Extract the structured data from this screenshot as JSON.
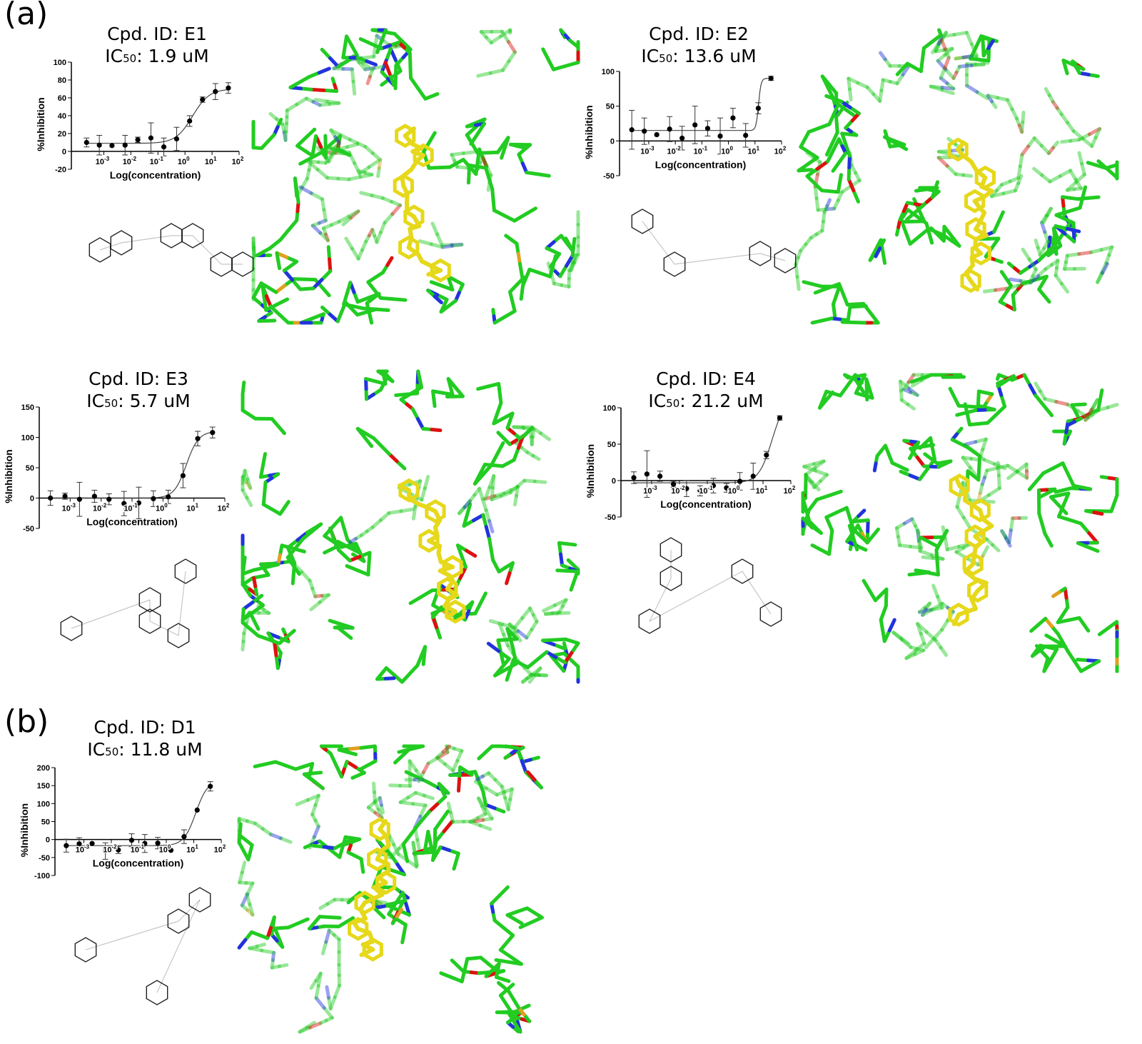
{
  "panels": {
    "a": "(a)",
    "b": "(b)"
  },
  "compounds": [
    {
      "id_label": "Cpd. ID: E1",
      "ic50_prefix": "IC",
      "ic50_sub": "50",
      "ic50_value": ": 1.9 uM"
    },
    {
      "id_label": "Cpd. ID: E2",
      "ic50_prefix": "IC",
      "ic50_sub": "50",
      "ic50_value": ": 13.6 uM"
    },
    {
      "id_label": "Cpd. ID: E3",
      "ic50_prefix": "IC",
      "ic50_sub": "50",
      "ic50_value": ": 5.7 uM"
    },
    {
      "id_label": "Cpd. ID: E4",
      "ic50_prefix": "IC",
      "ic50_sub": "50",
      "ic50_value": ": 21.2 uM"
    },
    {
      "id_label": "Cpd. ID: D1",
      "ic50_prefix": "IC",
      "ic50_sub": "50",
      "ic50_value": ": 11.8 uM"
    }
  ],
  "colors": {
    "protein_carbon": "#22cc22",
    "ligand_carbon": "#e6d81a",
    "nitrogen": "#2233dd",
    "oxygen": "#dd1111",
    "sulfur": "#e0a020",
    "fluorine": "#44dddd"
  },
  "chart_data": [
    {
      "type": "scatter",
      "compound": "E1",
      "xlabel": "Log(concentration)",
      "ylabel": "%Inhibition",
      "xscale": "log",
      "xticks": [
        "-3",
        "-2",
        "-1",
        "0",
        "1",
        "2"
      ],
      "yticks": [
        -20,
        0,
        20,
        40,
        60,
        80,
        100
      ],
      "ylim": [
        -20,
        100
      ],
      "x": [
        0.00023,
        0.00068,
        0.002,
        0.0061,
        0.018,
        0.055,
        0.165,
        0.49,
        1.48,
        4.44,
        13.3,
        40
      ],
      "y": [
        10,
        7,
        6.5,
        7,
        13,
        15,
        5,
        14,
        34,
        58,
        67,
        71
      ],
      "err": [
        5,
        11,
        0,
        11,
        3,
        17,
        10,
        13,
        6,
        3,
        9,
        6
      ],
      "fit_curve": true
    },
    {
      "type": "scatter",
      "compound": "E2",
      "xlabel": "Log(concentration)",
      "ylabel": "%Inhibition",
      "xscale": "log",
      "xticks": [
        "-3",
        "-2",
        "-1",
        "0",
        "1",
        "2"
      ],
      "yticks": [
        -50,
        0,
        50,
        100
      ],
      "ylim": [
        -50,
        100
      ],
      "x": [
        0.00023,
        0.00068,
        0.002,
        0.0061,
        0.018,
        0.055,
        0.165,
        0.49,
        1.48,
        4.44,
        13.3,
        40
      ],
      "y": [
        16,
        14,
        9,
        17,
        4,
        23,
        18,
        7,
        33,
        8,
        47,
        90
      ],
      "err": [
        28,
        19,
        0,
        18,
        17,
        27,
        11,
        26,
        14,
        17,
        8,
        3
      ],
      "fit_curve": true
    },
    {
      "type": "scatter",
      "compound": "E3",
      "xlabel": "Log(concentration)",
      "ylabel": "%Inhibition",
      "xscale": "log",
      "xticks": [
        "-3",
        "-2",
        "-1",
        "0",
        "1",
        "2"
      ],
      "yticks": [
        -50,
        0,
        50,
        100,
        150
      ],
      "ylim": [
        -50,
        150
      ],
      "x": [
        0.00023,
        0.00068,
        0.002,
        0.0061,
        0.018,
        0.055,
        0.165,
        0.49,
        1.48,
        4.44,
        13.3,
        40
      ],
      "y": [
        0,
        3,
        -2,
        3,
        -2,
        -9,
        -8,
        -1,
        2,
        37,
        98,
        108
      ],
      "err": [
        12,
        5,
        28,
        10,
        9,
        20,
        26,
        13,
        11,
        20,
        12,
        9
      ],
      "fit_curve": true
    },
    {
      "type": "scatter",
      "compound": "E4",
      "xlabel": "Log(concentration)",
      "ylabel": "%Inhibition",
      "xscale": "log",
      "xticks": [
        "-3",
        "-2",
        "-1",
        "0",
        "1",
        "2"
      ],
      "yticks": [
        -50,
        0,
        50,
        100
      ],
      "ylim": [
        -50,
        100
      ],
      "x": [
        0.00023,
        0.00068,
        0.002,
        0.0061,
        0.018,
        0.055,
        0.165,
        0.49,
        1.48,
        4.44,
        13.3,
        40
      ],
      "y": [
        4,
        9,
        6,
        -5,
        -11,
        -14,
        -7,
        -10,
        -1,
        6,
        35,
        86
      ],
      "err": [
        8,
        32,
        7,
        4,
        11,
        7,
        10,
        6,
        12,
        18,
        5,
        3
      ],
      "fit_curve": true
    },
    {
      "type": "scatter",
      "compound": "D1",
      "xlabel": "Log(concentration)",
      "ylabel": "%Inhibition",
      "xscale": "log",
      "xticks": [
        "-3",
        "-2",
        "-1",
        "0",
        "1",
        "2"
      ],
      "yticks": [
        -100,
        -50,
        0,
        50,
        100,
        150,
        200
      ],
      "ylim": [
        -100,
        200
      ],
      "x": [
        0.00023,
        0.00068,
        0.002,
        0.0061,
        0.018,
        0.055,
        0.165,
        0.49,
        1.48,
        4.44,
        13.3,
        40
      ],
      "y": [
        -17,
        -12,
        -11,
        -32,
        -29,
        -2,
        -11,
        -10,
        -30,
        8,
        82,
        148
      ],
      "err": [
        18,
        17,
        0,
        23,
        10,
        18,
        25,
        16,
        0,
        19,
        0,
        13
      ],
      "fit_curve": true
    }
  ]
}
